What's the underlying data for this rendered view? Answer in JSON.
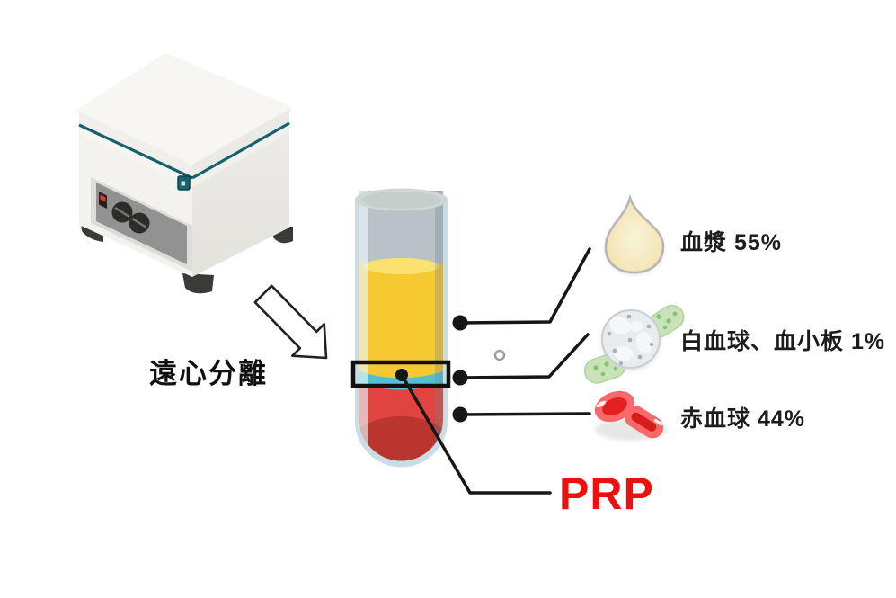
{
  "page": {
    "background": "#ffffff"
  },
  "diagram": {
    "process_label": "遠心分離",
    "prp_label": "PRP",
    "components": [
      {
        "id": "plasma",
        "label": "血漿 55%",
        "percent": 55,
        "icon": "plasma-drop-icon",
        "layer_color": "#f6c832"
      },
      {
        "id": "wbc_platelets",
        "label": "白血球、血小板 1%",
        "percent": 1,
        "icon": "wbc-platelet-icon",
        "layer_color": "#57becd"
      },
      {
        "id": "rbc",
        "label": "赤血球 44%",
        "percent": 44,
        "icon": "rbc-icon",
        "layer_color": "#e04340"
      }
    ],
    "colors": {
      "prp_text": "#ee0f0f",
      "machine_accent_teal": "#14606c",
      "tube_glass": "#c8dde4",
      "plasma_yellow": "#f6c832",
      "plasma_surface": "#fbe26e",
      "buffy_coat_teal": "#57becd",
      "rbc_red": "#e04340",
      "rbc_red_dark": "#ba3430",
      "line_black": "#161616"
    }
  }
}
